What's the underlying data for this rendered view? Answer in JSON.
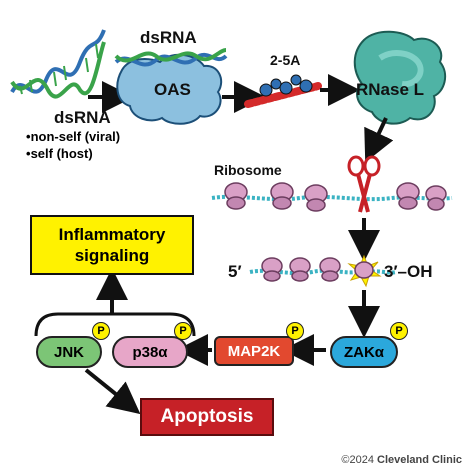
{
  "labels": {
    "dsrna_top": "dsRNA",
    "oas": "OAS",
    "two_five_a": "2-5A",
    "rnase_l": "RNase L",
    "dsrna_left": "dsRNA",
    "bullet_1": "non-self (viral)",
    "bullet_2": "self (host)",
    "ribosome": "Ribosome",
    "five_prime": "5′",
    "three_prime_oh": "3′–OH",
    "inflammatory_line1": "Inflammatory",
    "inflammatory_line2": "signaling",
    "jnk": "JNK",
    "p38": "p38α",
    "map2k": "MAP2K",
    "zak": "ZAKα",
    "apoptosis": "Apoptosis",
    "phospho": "P",
    "copyright_symbol": "©2024",
    "copyright_org": "Cleveland Clinic"
  },
  "colors": {
    "dna_green": "#3aa34a",
    "dna_blue": "#2f6fb3",
    "oas_blue": "#8cc0df",
    "rnase_teal": "#4fb3a5",
    "ribosome_pink": "#d9a0c6",
    "mrna_teal": "#3bb3c3",
    "scissors_red": "#c62127",
    "yellow": "#fff200",
    "apoptosis_red": "#c62127",
    "jnk_green": "#7cc576",
    "p38_pink": "#e7a6c8",
    "map2k_red": "#e2492f",
    "zak_blue": "#2ba8dc",
    "two_five_a_red": "#d42a2a"
  },
  "icons": [
    "dsrna-helix-icon",
    "oas-blob-icon",
    "rnase-l-icon",
    "scissors-icon",
    "ribosome-icon",
    "cleavage-burst-icon"
  ]
}
